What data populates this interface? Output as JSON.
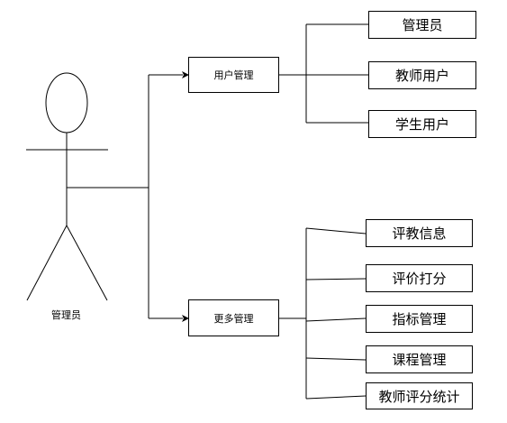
{
  "actor": {
    "label": "管理员"
  },
  "nodes": {
    "user_mgmt": "用户管理",
    "more_mgmt": "更多管理"
  },
  "user_mgmt_children": [
    "管理员",
    "教师用户",
    "学生用户"
  ],
  "more_mgmt_children": [
    "评教信息",
    "评价打分",
    "指标管理",
    "课程管理",
    "教师评分统计"
  ],
  "colors": {
    "stroke": "#000000",
    "fill": "#ffffff"
  }
}
